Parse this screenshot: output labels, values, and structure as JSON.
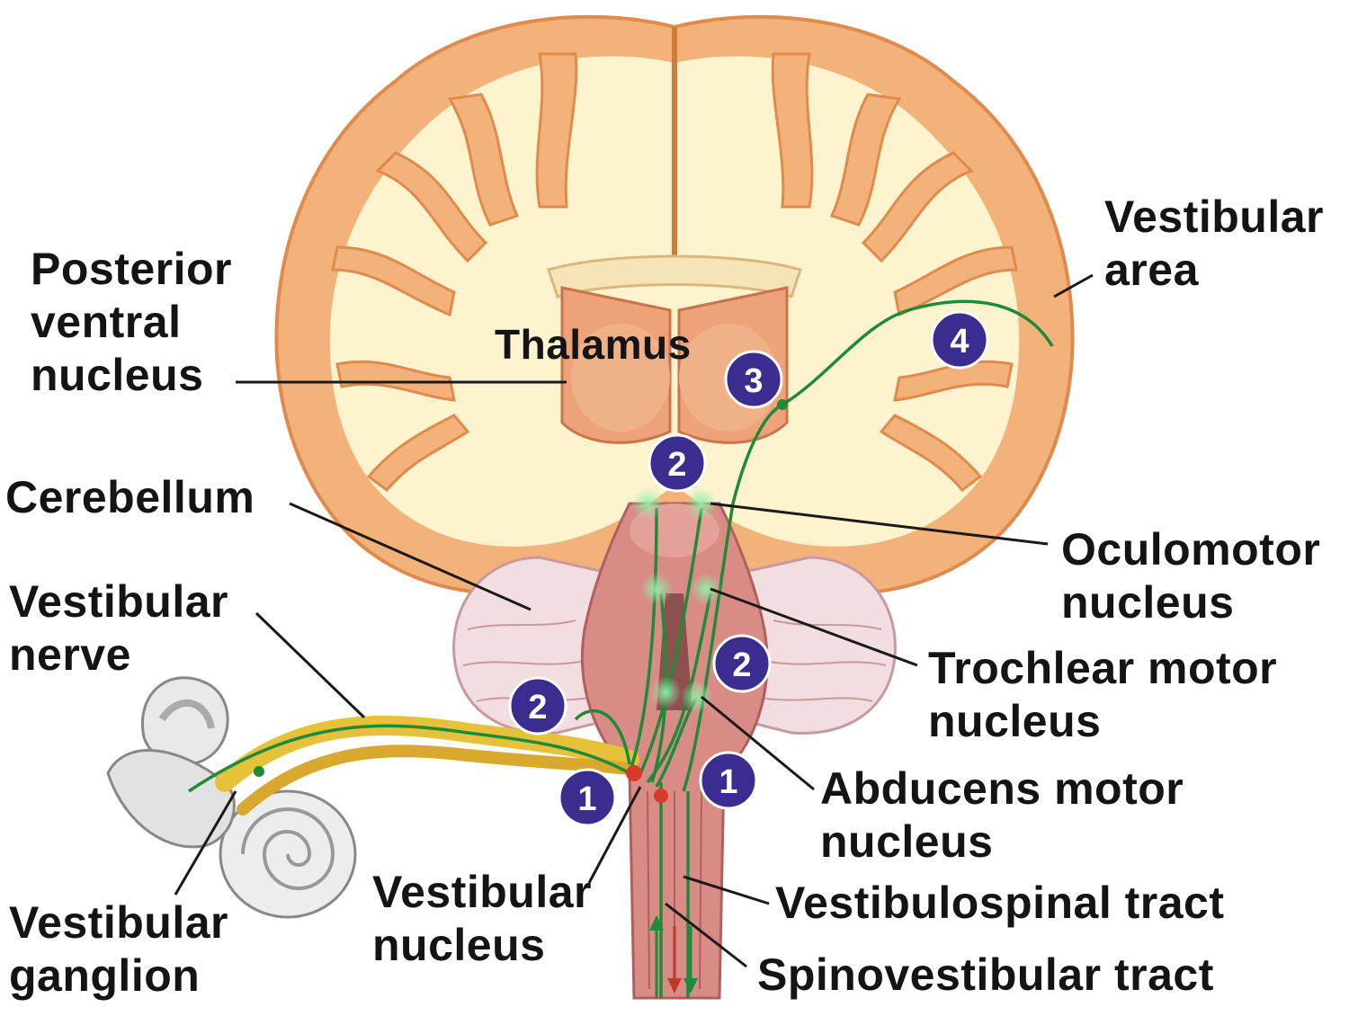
{
  "labels": {
    "posterior_ventral_nucleus": [
      "Posterior",
      "ventral",
      "nucleus"
    ],
    "thalamus": "Thalamus",
    "cerebellum": "Cerebellum",
    "vestibular_nerve": [
      "Vestibular",
      "nerve"
    ],
    "vestibular_ganglion": [
      "Vestibular",
      "ganglion"
    ],
    "vestibular_nucleus": [
      "Vestibular",
      "nucleus"
    ],
    "vestibular_area": [
      "Vestibular",
      "area"
    ],
    "oculomotor_nucleus": [
      "Oculomotor",
      "nucleus"
    ],
    "trochlear_motor_nucleus": [
      "Trochlear motor",
      "nucleus"
    ],
    "abducens_motor_nucleus": [
      "Abducens motor",
      "nucleus"
    ],
    "vestibulospinal_tract": "Vestibulospinal tract",
    "spinovestibular_tract": "Spinovestibular tract"
  },
  "step_badges": [
    "1",
    "1",
    "2",
    "2",
    "2",
    "3",
    "4"
  ],
  "colors": {
    "cortex": "#f3b27a",
    "cortex_edge": "#e08a4c",
    "white_matter": "#fdf3cf",
    "thalamus": "#eea27a",
    "brainstem": "#d98b86",
    "cerebellum": "#f2dde0",
    "pathway": "#1f8a3a",
    "nerve": "#e6c23a",
    "badge": "#3b2d8f",
    "leader": "#1a1a1a"
  }
}
